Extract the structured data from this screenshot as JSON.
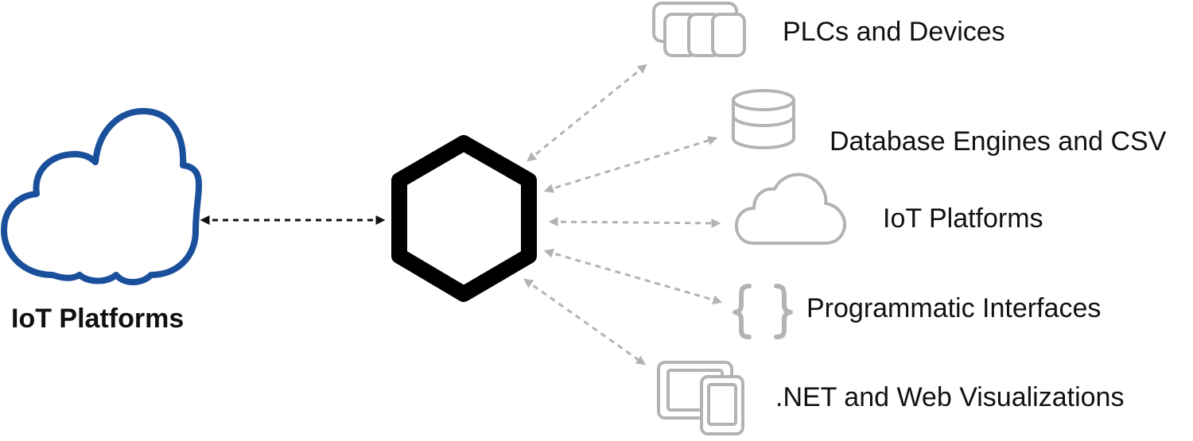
{
  "hub": {
    "left_label": "IoT Platforms"
  },
  "targets": [
    {
      "label": "PLCs and Devices",
      "icon": "plc-devices-icon"
    },
    {
      "label": "Database Engines and CSV",
      "icon": "database-icon"
    },
    {
      "label": "IoT Platforms",
      "icon": "cloud-icon"
    },
    {
      "label": "Programmatic Interfaces",
      "icon": "curly-braces-icon"
    },
    {
      "label": ".NET and Web Visualizations",
      "icon": "devices-screens-icon"
    }
  ],
  "colors": {
    "cloud_blue": "#1a4f9c",
    "hub_black": "#000000",
    "muted_gray": "#b3b3b3",
    "connector_black": "#111111"
  }
}
